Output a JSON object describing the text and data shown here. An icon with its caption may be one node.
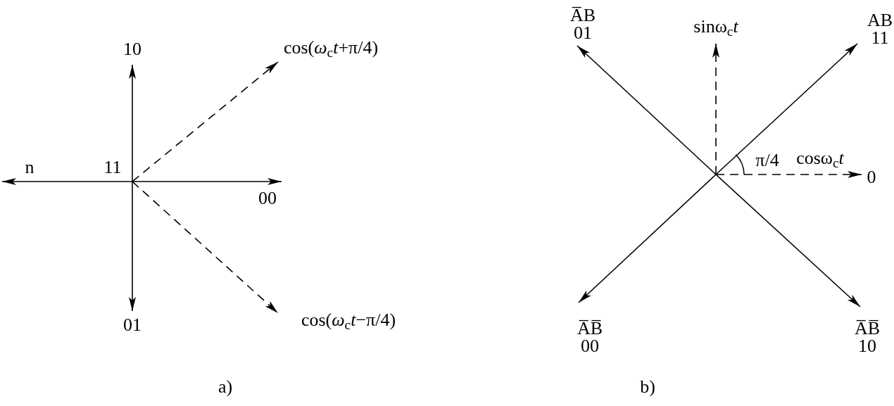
{
  "diagram": {
    "nodes": [
      {
        "text": [
          "n"
        ]
      },
      {
        "text": [
          "11"
        ]
      },
      {
        "text": [
          "10"
        ]
      },
      {
        "text": [
          "00"
        ]
      },
      {
        "text": [
          "01"
        ]
      },
      {
        "text": [
          "cos(*ω*$_{c}$*t*+π/4)"
        ]
      },
      {
        "text": [
          "cos(*ω*$_{c}$*t*−π/4)"
        ]
      },
      {
        "text": [
          "A̅B",
          "01"
        ]
      },
      {
        "text": [
          "sinω$_{c}$*t*"
        ]
      },
      {
        "text": [
          "AB",
          "11"
        ]
      },
      {
        "text": [
          "0"
        ]
      },
      {
        "text": [
          "A̅B̅",
          "00"
        ]
      },
      {
        "text": [
          "A̅B̅",
          "10"
        ]
      }
    ],
    "edges": [
      {
        "from": 1,
        "to": 0,
        "arrow": "to"
      },
      {
        "from": 1,
        "to": 3,
        "arrow": "to"
      },
      {
        "from": 1,
        "to": 2,
        "arrow": "to"
      },
      {
        "from": 1,
        "to": 4,
        "arrow": "to"
      },
      {
        "from": 1,
        "to": 5,
        "arrow": "to",
        "style": "dashed"
      },
      {
        "from": 1,
        "to": 6,
        "arrow": "to",
        "style": "dashed"
      },
      {
        "from": null,
        "to": 7,
        "arrow": "to"
      },
      {
        "from": null,
        "to": 8,
        "arrow": "to",
        "style": "dashed"
      },
      {
        "from": null,
        "to": 9,
        "arrow": "to"
      },
      {
        "from": null,
        "to": 10,
        "arrow": "to",
        "style": "dashed"
      },
      {
        "from": null,
        "to": 11,
        "arrow": "to"
      },
      {
        "from": null,
        "to": 12,
        "arrow": "to"
      }
    ],
    "labels": [
      "π/4",
      "cosω$_{c}$*t*",
      "a)",
      "b)"
    ]
  }
}
